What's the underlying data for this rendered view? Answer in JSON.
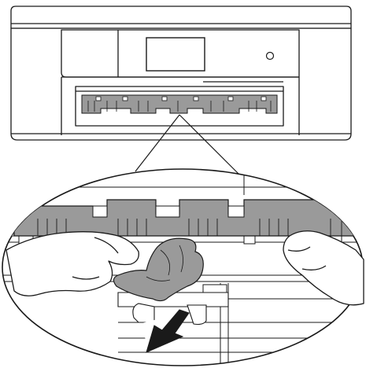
{
  "illustration": {
    "subject": "printer-paper-jam-removal",
    "colors": {
      "outline": "#1a1a1a",
      "highlight_gray": "#9a9a9a",
      "paper_white": "#ffffff",
      "shadow_gray": "#c8c8c8"
    },
    "icons": [
      "printer",
      "power-button",
      "touchscreen",
      "paper-guide",
      "hands",
      "removed-paper",
      "down-arrow"
    ]
  }
}
